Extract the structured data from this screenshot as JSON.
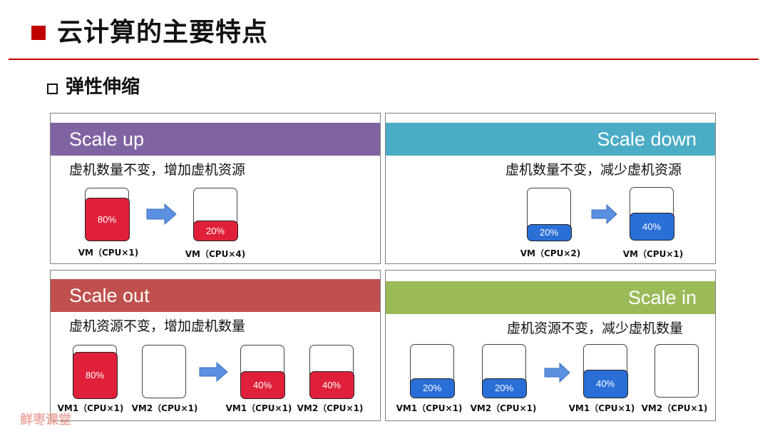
{
  "page": {
    "title": "云计算的主要特点",
    "subtitle": "弹性伸缩",
    "watermark": "鲜枣课堂"
  },
  "colors": {
    "accent": "#c00000",
    "scale_up": "#8064a2",
    "scale_down": "#4bacc6",
    "scale_out": "#c0504d",
    "scale_in": "#9bbb59",
    "fill_red": "#e0203a",
    "fill_blue": "#2a6fd6",
    "arrow": "#5b8fe0"
  },
  "panels": {
    "scale_up": {
      "title": "Scale up",
      "desc": "虚机数量不变，增加虚机资源",
      "vms": [
        {
          "label": "VM（CPU×1)",
          "usage": "80%",
          "fill_fraction": 0.8,
          "color": "red"
        },
        {
          "label": "VM（CPU×4)",
          "usage": "20%",
          "fill_fraction": 0.35,
          "color": "red"
        }
      ]
    },
    "scale_down": {
      "title": "Scale down",
      "desc": "虚机数量不变，减少虚机资源",
      "vms": [
        {
          "label": "VM（CPU×2)",
          "usage": "20%",
          "fill_fraction": 0.28,
          "color": "blue"
        },
        {
          "label": "VM（CPU×1)",
          "usage": "40%",
          "fill_fraction": 0.5,
          "color": "blue"
        }
      ]
    },
    "scale_out": {
      "title": "Scale out",
      "desc": "虚机资源不变，增加虚机数量",
      "vms": [
        {
          "label": "VM1（CPU×1)",
          "usage": "80%",
          "fill_fraction": 0.85,
          "color": "red"
        },
        {
          "label": "VM2（CPU×1)",
          "usage": "",
          "fill_fraction": 0,
          "color": "red"
        },
        {
          "label": "VM1（CPU×1)",
          "usage": "40%",
          "fill_fraction": 0.48,
          "color": "red"
        },
        {
          "label": "VM2（CPU×1)",
          "usage": "40%",
          "fill_fraction": 0.48,
          "color": "red"
        }
      ]
    },
    "scale_in": {
      "title": "Scale in",
      "desc": "虚机资源不变，减少虚机数量",
      "vms": [
        {
          "label": "VM1（CPU×1)",
          "usage": "20%",
          "fill_fraction": 0.33,
          "color": "blue"
        },
        {
          "label": "VM2（CPU×1)",
          "usage": "20%",
          "fill_fraction": 0.33,
          "color": "blue"
        },
        {
          "label": "VM1（CPU×1)",
          "usage": "40%",
          "fill_fraction": 0.5,
          "color": "blue"
        },
        {
          "label": "VM2（CPU×1)",
          "usage": "",
          "fill_fraction": 0,
          "color": "blue"
        }
      ]
    }
  }
}
